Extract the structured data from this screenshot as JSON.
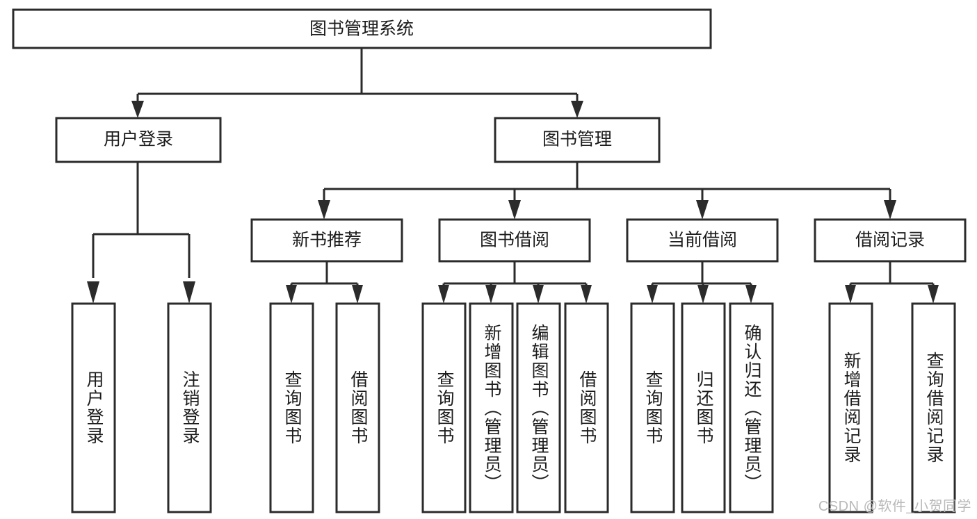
{
  "diagram": {
    "title": "图书管理系统",
    "type": "tree-hierarchy-diagram",
    "colors": {
      "stroke": "#2b2b2b",
      "fill": "#ffffff",
      "text": "#1c1c1c",
      "watermark": "#b9b9b9"
    },
    "root": {
      "label": "图书管理系统"
    },
    "level2": [
      {
        "label": "用户登录"
      },
      {
        "label": "图书管理"
      }
    ],
    "level3": [
      {
        "label": "新书推荐"
      },
      {
        "label": "图书借阅"
      },
      {
        "label": "当前借阅"
      },
      {
        "label": "借阅记录"
      }
    ],
    "leaves": [
      {
        "label": "用户登录",
        "parent": "用户登录"
      },
      {
        "label": "注销登录",
        "parent": "用户登录"
      },
      {
        "label": "查询图书",
        "parent": "新书推荐"
      },
      {
        "label": "借阅图书",
        "parent": "新书推荐"
      },
      {
        "label": "查询图书",
        "parent": "图书借阅"
      },
      {
        "label": "新增图书（管理员）",
        "parent": "图书借阅"
      },
      {
        "label": "编辑图书（管理员）",
        "parent": "图书借阅"
      },
      {
        "label": "借阅图书",
        "parent": "图书借阅"
      },
      {
        "label": "查询图书",
        "parent": "当前借阅"
      },
      {
        "label": "归还图书",
        "parent": "当前借阅"
      },
      {
        "label": "确认归还（管理员）",
        "parent": "当前借阅"
      },
      {
        "label": "新增借阅记录",
        "parent": "借阅记录"
      },
      {
        "label": "查询借阅记录",
        "parent": "借阅记录"
      }
    ]
  },
  "watermark": "CSDN @软件_小贺同学"
}
